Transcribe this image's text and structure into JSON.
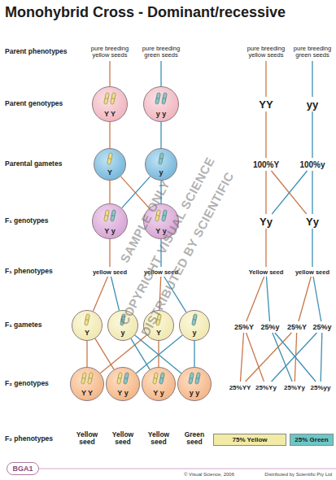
{
  "diagram": {
    "title": "Monohybrid Cross - Dominant/recessive",
    "nodes": [
      {
        "text": [
          "pure breeding yellow seeds"
        ]
      },
      {
        "text": [
          "pure breeding green seeds"
        ]
      },
      {
        "text": [
          "pure breeding yellow seeds"
        ]
      },
      {
        "text": [
          "pure breeding green seeds"
        ]
      },
      {
        "text": [
          "Y Y"
        ]
      },
      {
        "text": [
          "y y"
        ]
      },
      {
        "text": [
          "YY"
        ]
      },
      {
        "text": [
          "yy"
        ]
      },
      {
        "text": [
          "Y"
        ]
      },
      {
        "text": [
          "y"
        ]
      },
      {
        "text": [
          "100%Y"
        ]
      },
      {
        "text": [
          "100%y"
        ]
      },
      {
        "text": [
          "Y y"
        ]
      },
      {
        "text": [
          "Y y"
        ]
      },
      {
        "text": [
          "Yy"
        ]
      },
      {
        "text": [
          "Yy"
        ]
      },
      {
        "text": [
          "yellow seed"
        ]
      },
      {
        "text": [
          "yellow seed"
        ]
      },
      {
        "text": [
          "Yellow seed"
        ]
      },
      {
        "text": [
          "yellow seed"
        ]
      },
      {
        "text": [
          "Y"
        ]
      },
      {
        "text": [
          "y"
        ]
      },
      {
        "text": [
          "Y"
        ]
      },
      {
        "text": [
          "y"
        ]
      },
      {
        "text": [
          "25%Y"
        ]
      },
      {
        "text": [
          "25%y"
        ]
      },
      {
        "text": [
          "25%Y"
        ]
      },
      {
        "text": [
          "25%y"
        ]
      },
      {
        "text": [
          "Y Y"
        ]
      },
      {
        "text": [
          "Y y"
        ]
      },
      {
        "text": [
          "Y y"
        ]
      },
      {
        "text": [
          "y y"
        ]
      },
      {
        "text": [
          "25%YY"
        ]
      },
      {
        "text": [
          "25%Yy"
        ]
      },
      {
        "text": [
          "25%Yy"
        ]
      },
      {
        "text": [
          "25%yy"
        ]
      },
      {
        "text": [
          "75% Yellow"
        ]
      },
      {
        "text": [
          "25% Green"
        ]
      },
      {
        "text": [
          "BGA1"
        ]
      }
    ],
    "edges": [
      {
        "from": 0,
        "to": 4,
        "arrow": "none"
      },
      {
        "from": 4,
        "to": 8,
        "arrow": "none"
      },
      {
        "from": 1,
        "to": 5,
        "arrow": "none"
      },
      {
        "from": 5,
        "to": 9,
        "arrow": "none"
      },
      {
        "from": 2,
        "to": 6,
        "arrow": "none"
      },
      {
        "from": 6,
        "to": 10,
        "arrow": "none"
      },
      {
        "from": 3,
        "to": 7,
        "arrow": "none"
      },
      {
        "from": 7,
        "to": 11,
        "arrow": "none"
      },
      {
        "from": 8,
        "to": 12,
        "arrow": "none"
      },
      {
        "from": 8,
        "to": 13,
        "arrow": "none"
      },
      {
        "from": 9,
        "to": 12,
        "arrow": "none"
      },
      {
        "from": 9,
        "to": 13,
        "arrow": "none"
      },
      {
        "from": 10,
        "to": 14,
        "arrow": "none"
      },
      {
        "from": 10,
        "to": 15,
        "arrow": "none"
      },
      {
        "from": 11,
        "to": 14,
        "arrow": "none"
      },
      {
        "from": 11,
        "to": 15,
        "arrow": "none"
      },
      {
        "from": 12,
        "to": 16,
        "arrow": "none"
      },
      {
        "from": 13,
        "to": 17,
        "arrow": "none"
      },
      {
        "from": 14,
        "to": 18,
        "arrow": "none"
      },
      {
        "from": 15,
        "to": 19,
        "arrow": "none"
      },
      {
        "from": 16,
        "to": 20,
        "arrow": "none"
      },
      {
        "from": 16,
        "to": 21,
        "arrow": "none"
      },
      {
        "from": 17,
        "to": 22,
        "arrow": "none"
      },
      {
        "from": 17,
        "to": 23,
        "arrow": "none"
      },
      {
        "from": 18,
        "to": 24,
        "arrow": "none"
      },
      {
        "from": 18,
        "to": 25,
        "arrow": "none"
      },
      {
        "from": 19,
        "to": 26,
        "arrow": "none"
      },
      {
        "from": 19,
        "to": 27,
        "arrow": "none"
      },
      {
        "from": 20,
        "to": 28,
        "arrow": "none"
      },
      {
        "from": 22,
        "to": 28,
        "arrow": "none"
      },
      {
        "from": 20,
        "to": 29,
        "arrow": "none"
      },
      {
        "from": 23,
        "to": 29,
        "arrow": "none"
      },
      {
        "from": 21,
        "to": 30,
        "arrow": "none"
      },
      {
        "from": 22,
        "to": 30,
        "arrow": "none"
      },
      {
        "from": 21,
        "to": 31,
        "arrow": "none"
      },
      {
        "from": 23,
        "to": 31,
        "arrow": "none"
      },
      {
        "from": 24,
        "to": 32,
        "arrow": "none"
      },
      {
        "from": 26,
        "to": 32,
        "arrow": "none"
      },
      {
        "from": 24,
        "to": 33,
        "arrow": "none"
      },
      {
        "from": 27,
        "to": 33,
        "arrow": "none"
      },
      {
        "from": 25,
        "to": 34,
        "arrow": "none"
      },
      {
        "from": 26,
        "to": 34,
        "arrow": "none"
      },
      {
        "from": 25,
        "to": 35,
        "arrow": "none"
      },
      {
        "from": 27,
        "to": 35,
        "arrow": "none"
      }
    ],
    "labels": [
      "Parent phenotypes",
      "Parent genotypes",
      "Parental gametes",
      "F₁ genotypes",
      "F₁ phenotypes",
      "F₁ gametes",
      "F₂ genotypes",
      "F₂ phenotypes",
      "Yellow seed",
      "Yellow seed",
      "Yellow seed",
      "Green seed",
      "SAMPLE ONLY",
      "COPYRIGHT VISUAL SCIENCE",
      "DISTRIBUTED BY SCIENTIFIC",
      "© Visual Science, 2006",
      "Distributed by Scientific Pty Ltd"
    ]
  }
}
